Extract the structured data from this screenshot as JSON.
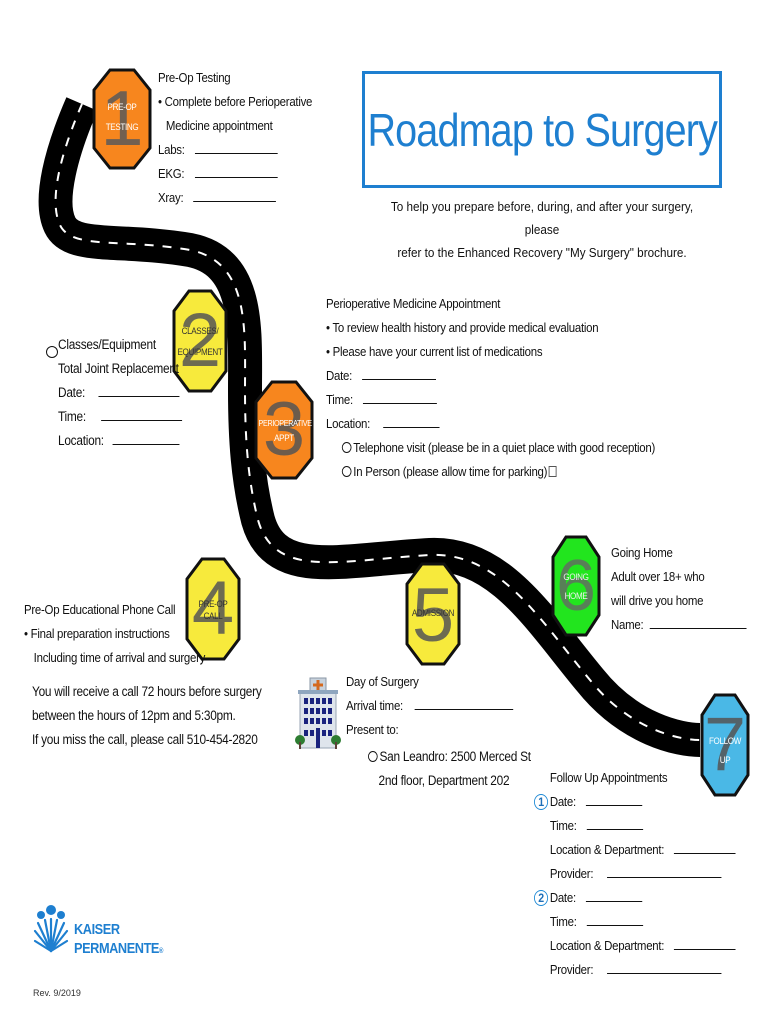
{
  "header": {
    "title": "Roadmap to Surgery",
    "subtitle_line1": "To help you prepare before, during, and after your surgery, please",
    "subtitle_line2": "refer to the Enhanced Recovery \"My Surgery\" brochure.",
    "accent_color": "#1e7fd0"
  },
  "steps": [
    {
      "number": "1",
      "sign_label_1": "PRE-OP",
      "sign_label_2": "TESTING",
      "color": "#f7861e"
    },
    {
      "number": "2",
      "sign_label_1": "CLASSES/",
      "sign_label_2": "EQUIPMENT",
      "color": "#f7ea3c"
    },
    {
      "number": "3",
      "sign_label_1": "PERIOPERATIVE",
      "sign_label_2": "APPT",
      "color": "#f7861e"
    },
    {
      "number": "4",
      "sign_label_1": "PRE-OP CALL",
      "sign_label_2": "",
      "color": "#f7ea3c"
    },
    {
      "number": "5",
      "sign_label_1": "ADMISSION",
      "sign_label_2": "",
      "color": "#f7ea3c"
    },
    {
      "number": "6",
      "sign_label_1": "GOING",
      "sign_label_2": "HOME",
      "color": "#22e51e"
    },
    {
      "number": "7",
      "sign_label_1": "FOLLOW",
      "sign_label_2": "UP",
      "color": "#4ab8e6"
    }
  ],
  "preop_testing": {
    "heading": "Pre-Op Testing",
    "bullet_line1": "• Complete before Perioperative",
    "bullet_line2": "Medicine appointment",
    "labs_label": "Labs:",
    "ekg_label": "EKG:",
    "xray_label": "Xray:"
  },
  "classes": {
    "heading": "Classes/Equipment",
    "subheading": "Total Joint Replacement",
    "date_label": "Date:",
    "time_label": "Time:",
    "location_label": "Location:"
  },
  "perioperative": {
    "heading": "Perioperative Medicine Appointment",
    "bullet1": "• To review health history and  provide medical evaluation",
    "bullet2": "• Please have your current list of medications",
    "date_label": "Date:",
    "time_label": "Time:",
    "location_label": "Location:",
    "option_telephone": "Telephone visit (please be in a quiet place with good reception)",
    "option_in_person": "In Person (please allow time for parking)"
  },
  "preop_call": {
    "heading": "Pre-Op Educational Phone Call",
    "bullet_line1": "• Final preparation instructions",
    "bullet_line2": "Including time of arrival and surgery",
    "note_line1": "You will receive a call 72 hours before surgery",
    "note_line2": "between the hours of 12pm and 5:30pm.",
    "note_line3": "If you miss the call, please call 510-454-2820"
  },
  "day_of_surgery": {
    "heading": "Day of Surgery",
    "arrival_label": "Arrival time:",
    "present_label": "Present to:",
    "location_line1": "San Leandro: 2500 Merced St",
    "location_line2": "2nd floor, Department 202"
  },
  "going_home": {
    "heading": "Going Home",
    "line1": "Adult over 18+ who",
    "line2": "will drive you home",
    "name_label": "Name:"
  },
  "follow_up": {
    "heading": "Follow Up Appointments",
    "appointments": [
      {
        "index": "1",
        "date_label": "Date:",
        "time_label": "Time:",
        "location_label": "Location & Department:",
        "provider_label": "Provider:"
      },
      {
        "index": "2",
        "date_label": "Date:",
        "time_label": "Time:",
        "location_label": "Location & Department:",
        "provider_label": "Provider:"
      }
    ]
  },
  "footer": {
    "brand_line1": "KAISER",
    "brand_line2": "PERMANENTE",
    "registered": "®",
    "revision": "Rev. 9/2019"
  }
}
